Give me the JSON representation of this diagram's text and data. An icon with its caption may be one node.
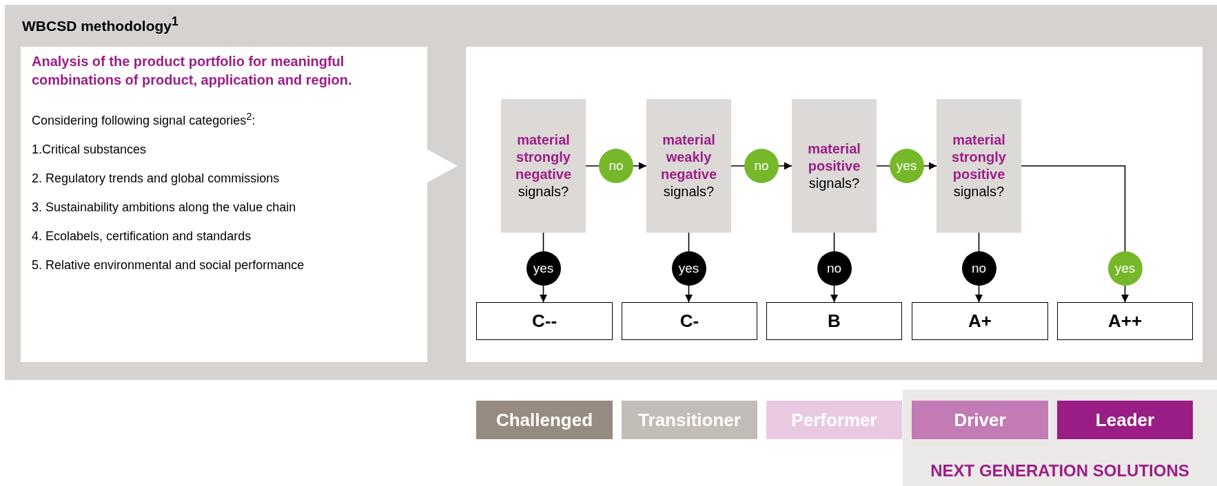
{
  "diagram": {
    "nodes": [
      {
        "text": [
          "WBCSD methodology$^{1}$"
        ]
      },
      {
        "text": [
          "Analysis of the product portfolio for meaningful combinations of product, application and region.",
          "Considering following signal categories$^{2}$:",
          "1.Critical substances",
          "2. Regulatory trends and global commissions",
          "3. Sustainability ambitions along the value chain",
          "4. Ecolabels, certification and standards",
          "5. Relative environmental and social performance"
        ],
        "in": 0
      },
      {
        "text": [],
        "shape": "box",
        "in": 0
      },
      {
        "text": [
          "material strongly negative",
          "signals?"
        ],
        "in": 2
      },
      {
        "text": [
          "material weakly negative",
          "signals?"
        ],
        "in": 2
      },
      {
        "text": [
          "material positive",
          "signals?"
        ],
        "in": 2
      },
      {
        "text": [
          "material strongly positive",
          "signals?"
        ],
        "in": 2
      },
      {
        "text": [
          "C--"
        ],
        "in": 2
      },
      {
        "text": [
          "C-"
        ],
        "in": 2
      },
      {
        "text": [
          "B"
        ],
        "in": 2
      },
      {
        "text": [
          "A+"
        ],
        "in": 2
      },
      {
        "text": [
          "A++"
        ],
        "in": 2
      },
      {
        "text": [
          "Challenged"
        ]
      },
      {
        "text": [
          "Transitioner"
        ]
      },
      {
        "text": [
          "Performer"
        ]
      },
      {
        "text": [
          "NEXT GENERATION SOLUTIONS"
        ]
      },
      {
        "text": [
          "Driver"
        ],
        "in": 15
      },
      {
        "text": [
          "Leader"
        ],
        "in": 15
      }
    ],
    "edges": [
      {
        "from": 3,
        "to": 4,
        "arrow": "to",
        "label": "no"
      },
      {
        "from": 4,
        "to": 5,
        "arrow": "to",
        "label": "no"
      },
      {
        "from": 5,
        "to": 6,
        "arrow": "to",
        "label": "yes"
      },
      {
        "from": 6,
        "to": 11,
        "arrow": "to",
        "label": "yes"
      },
      {
        "from": 3,
        "to": 7,
        "arrow": "to",
        "label": "yes"
      },
      {
        "from": 4,
        "to": 8,
        "arrow": "to",
        "label": "yes"
      },
      {
        "from": 5,
        "to": 9,
        "arrow": "to",
        "label": "no"
      },
      {
        "from": 6,
        "to": 10,
        "arrow": "to",
        "label": "no"
      }
    ]
  }
}
